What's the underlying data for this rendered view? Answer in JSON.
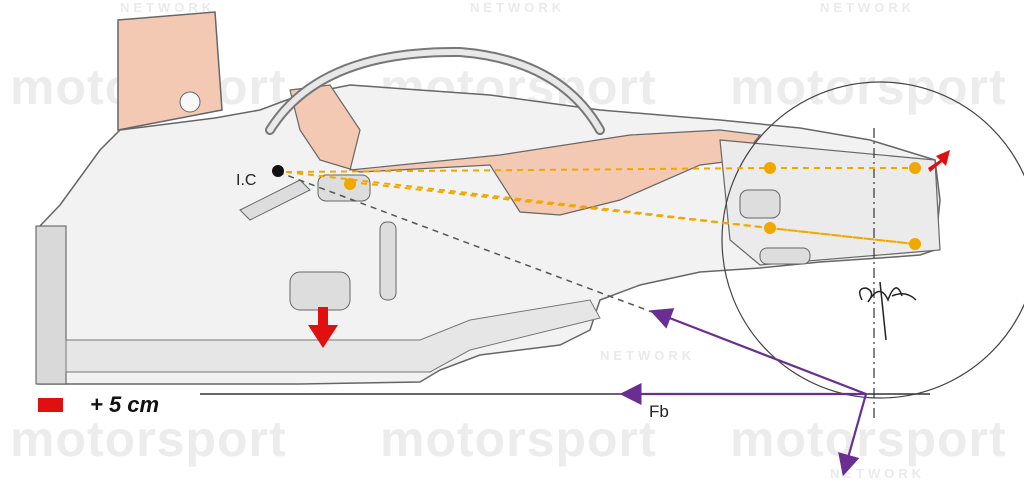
{
  "labels": {
    "instant_center": "I.C",
    "force": "Fb",
    "height_change": "+ 5 cm"
  },
  "watermark": {
    "brand": "motorsport",
    "sub": "NETWORK"
  },
  "colors": {
    "background": "#ffffff",
    "chassis_fill": "#f2f2f2",
    "chassis_stroke": "#666666",
    "highlight_fill": "#f4c9b4",
    "arm_line": "#f0a800",
    "force_arrow": "#6a2d91",
    "red_arrow": "#e01010",
    "dash_line": "#555555"
  },
  "icons": [
    "down-arrow-icon",
    "up-arrow-icon",
    "signature-icon"
  ]
}
